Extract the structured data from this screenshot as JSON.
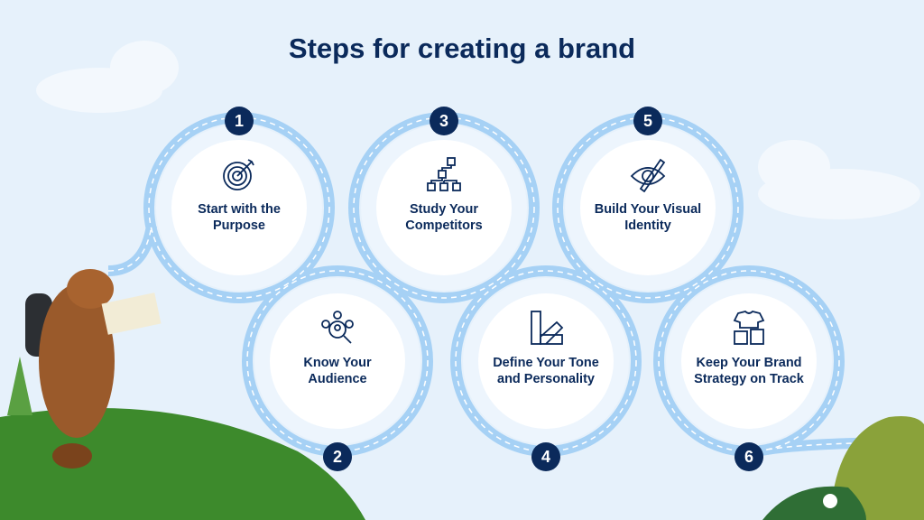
{
  "title": "Steps for creating a brand",
  "colors": {
    "navy": "#0b2a5b",
    "road": "#a6d1f5",
    "background": "#e6f1fb",
    "hill": "#3d8a2c"
  },
  "steps": [
    {
      "number": "1",
      "label": "Start with the Purpose",
      "icon": "target-icon"
    },
    {
      "number": "2",
      "label": "Know Your Audience",
      "icon": "audience-icon"
    },
    {
      "number": "3",
      "label": "Study Your Competitors",
      "icon": "hierarchy-icon"
    },
    {
      "number": "4",
      "label": "Define Your Tone and Personality",
      "icon": "color-swatch-icon"
    },
    {
      "number": "5",
      "label": "Build Your Visual Identity",
      "icon": "eye-pencil-icon"
    },
    {
      "number": "6",
      "label": "Keep Your Brand Strategy on Track",
      "icon": "brand-merch-icon"
    }
  ]
}
